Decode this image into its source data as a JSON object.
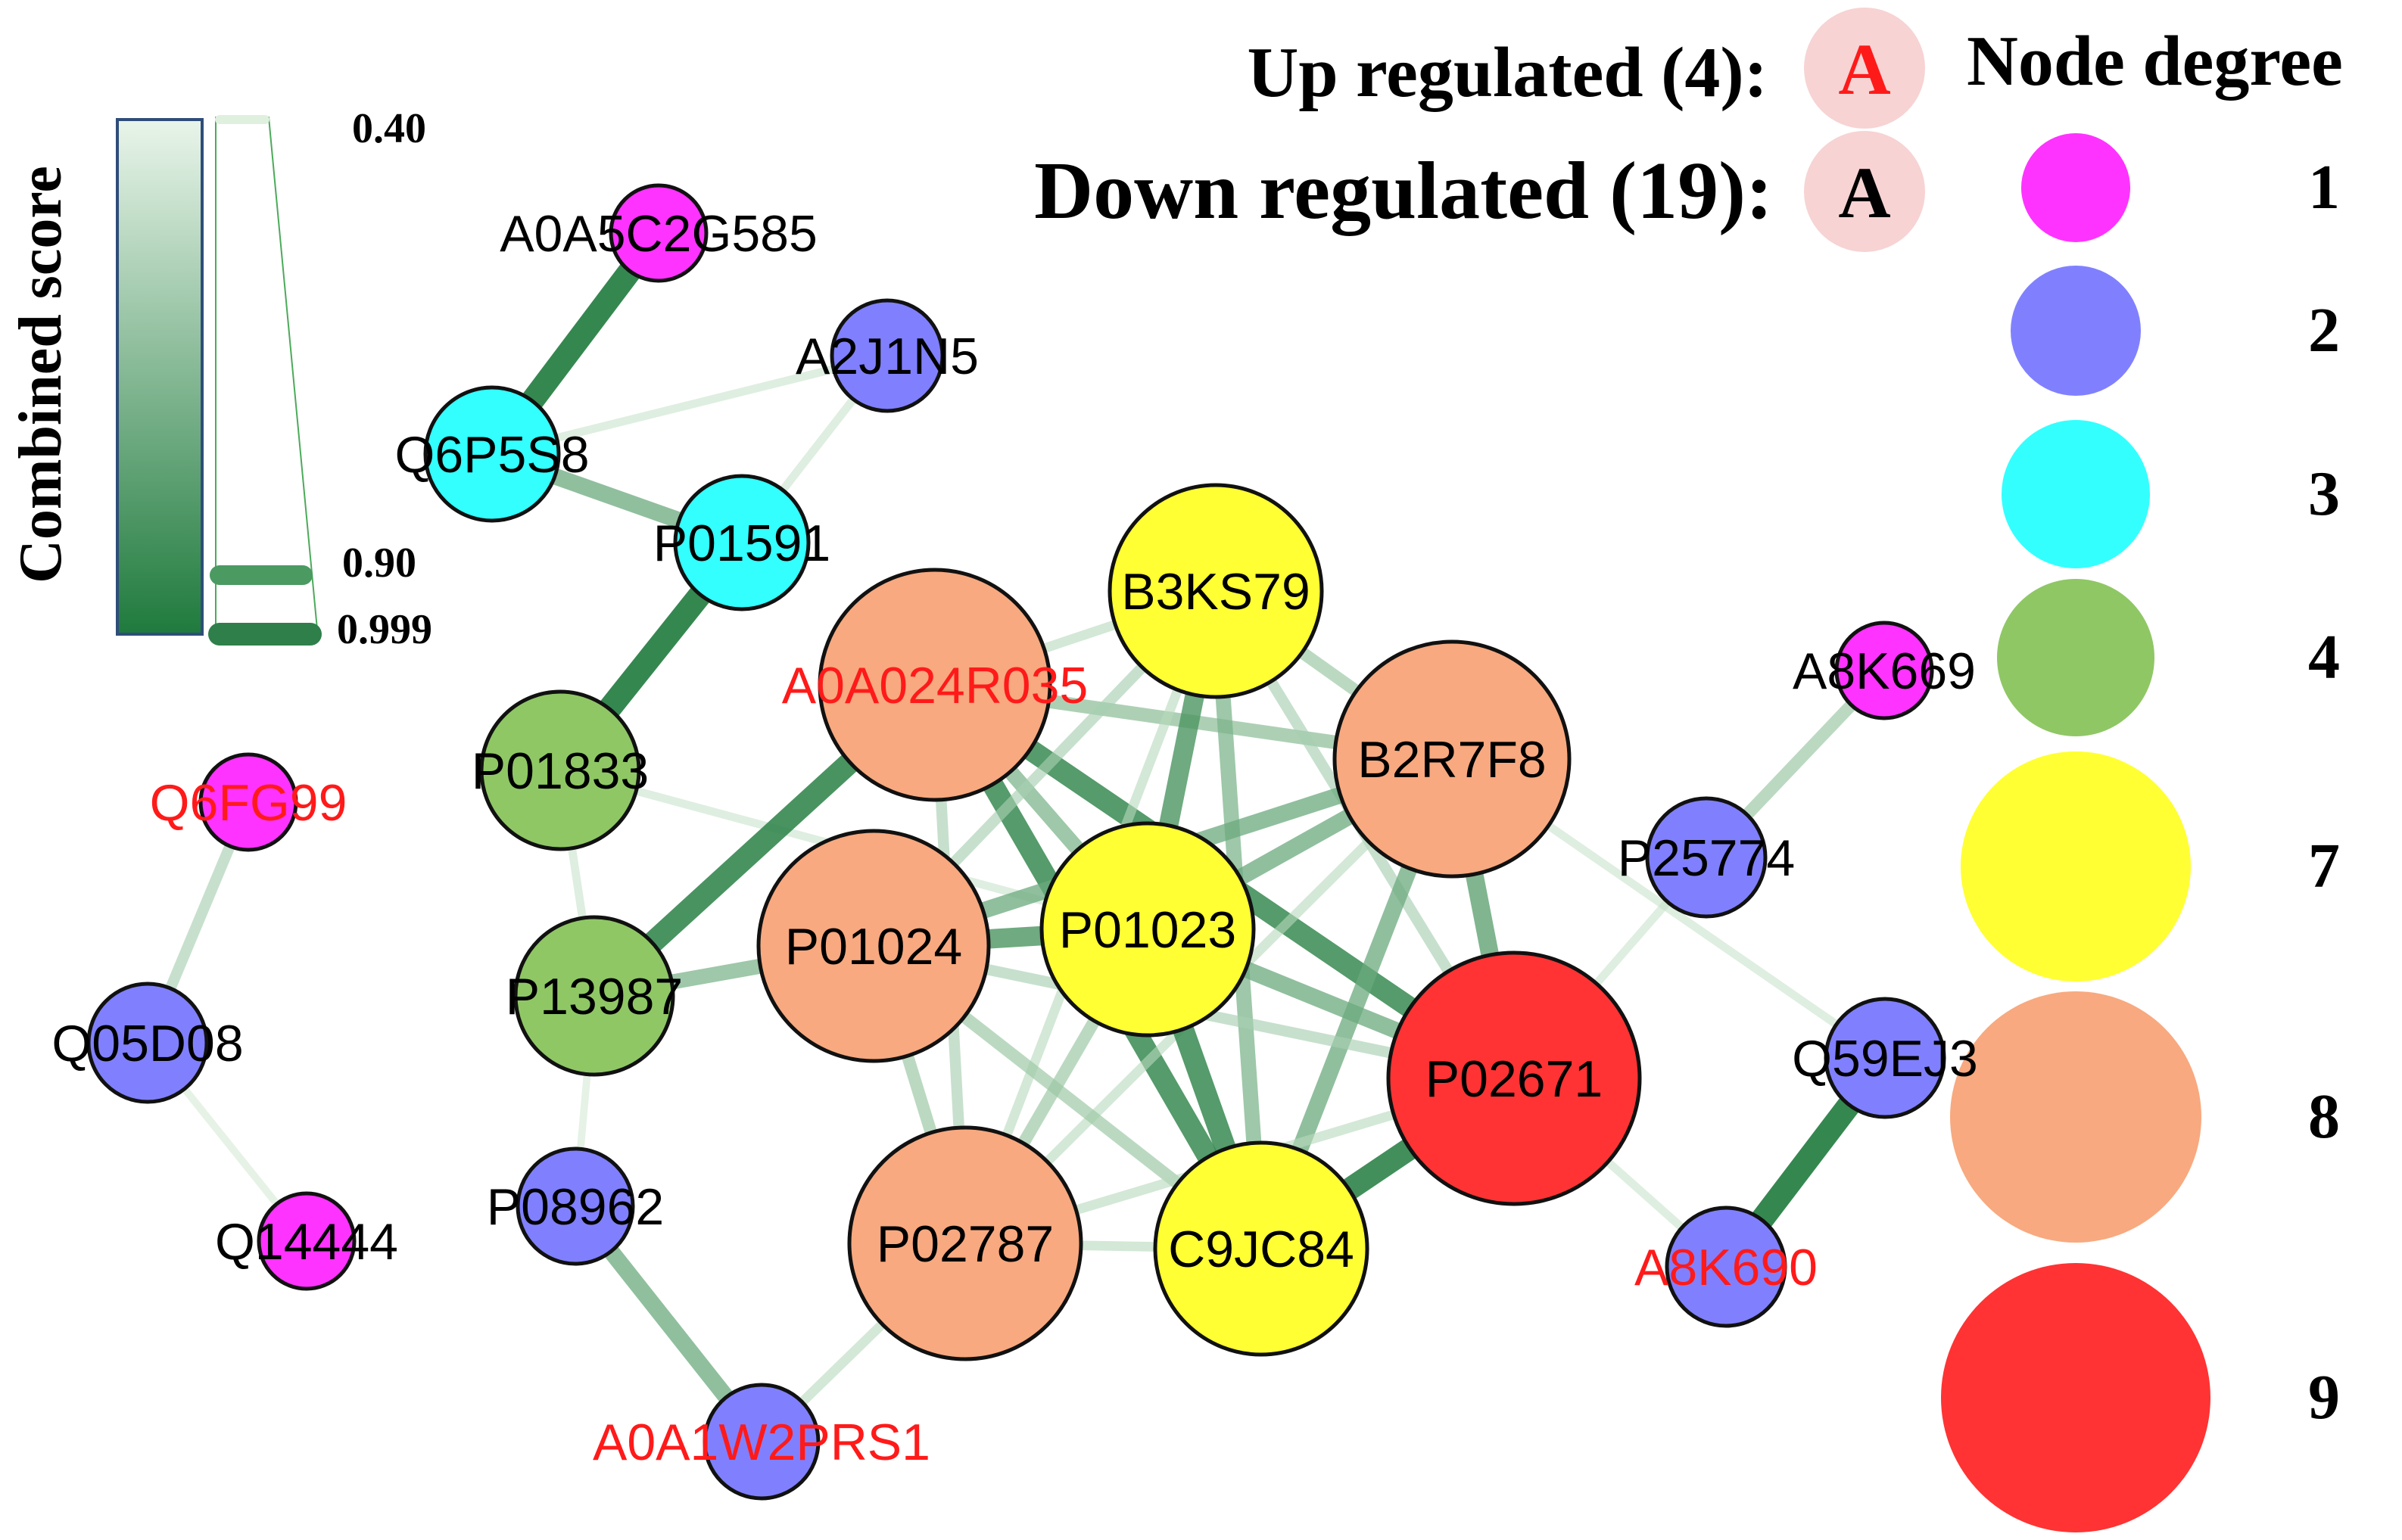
{
  "colorbar": {
    "title": "Combined score",
    "labels": [
      {
        "text": "0.40",
        "value": 0.4
      },
      {
        "text": "0.90",
        "value": 0.9
      },
      {
        "text": "0.999",
        "value": 0.999
      }
    ],
    "color_low": "#e9f5ea",
    "color_high": "#1f7a3d"
  },
  "legend_reg": {
    "up_label": "Up regulated (4):",
    "down_label": "Down regulated (19):",
    "sample_letter": "A",
    "up_color": "#ff1a1a",
    "down_color": "#000000",
    "badge_color": "#f7d3d3"
  },
  "legend_degree": {
    "title": "Node degree",
    "items": [
      {
        "degree": "1",
        "color": "#ff33ff"
      },
      {
        "degree": "2",
        "color": "#8080ff"
      },
      {
        "degree": "3",
        "color": "#33ffff"
      },
      {
        "degree": "4",
        "color": "#8fc765"
      },
      {
        "degree": "7",
        "color": "#ffff33"
      },
      {
        "degree": "8",
        "color": "#f8a97f"
      },
      {
        "degree": "9",
        "color": "#ff3333"
      }
    ]
  },
  "network": {
    "nodes": [
      {
        "id": "A0A5C2G585",
        "degree": 1,
        "regulation": "down"
      },
      {
        "id": "A2J1N5",
        "degree": 2,
        "regulation": "down"
      },
      {
        "id": "Q6P5S8",
        "degree": 3,
        "regulation": "down"
      },
      {
        "id": "P01591",
        "degree": 3,
        "regulation": "down"
      },
      {
        "id": "P01833",
        "degree": 4,
        "regulation": "down"
      },
      {
        "id": "P13987",
        "degree": 4,
        "regulation": "down"
      },
      {
        "id": "A0A024R035",
        "degree": 8,
        "regulation": "up"
      },
      {
        "id": "B3KS79",
        "degree": 7,
        "regulation": "down"
      },
      {
        "id": "B2R7F8",
        "degree": 8,
        "regulation": "down"
      },
      {
        "id": "P01024",
        "degree": 8,
        "regulation": "down"
      },
      {
        "id": "P01023",
        "degree": 7,
        "regulation": "down"
      },
      {
        "id": "P02671",
        "degree": 9,
        "regulation": "down"
      },
      {
        "id": "P02787",
        "degree": 8,
        "regulation": "down"
      },
      {
        "id": "C9JC84",
        "degree": 7,
        "regulation": "down"
      },
      {
        "id": "P08962",
        "degree": 2,
        "regulation": "down"
      },
      {
        "id": "A0A1W2PRS1",
        "degree": 2,
        "regulation": "up"
      },
      {
        "id": "Q6FG99",
        "degree": 1,
        "regulation": "up"
      },
      {
        "id": "Q05D08",
        "degree": 2,
        "regulation": "down"
      },
      {
        "id": "Q14444",
        "degree": 1,
        "regulation": "down"
      },
      {
        "id": "A8K669",
        "degree": 1,
        "regulation": "down"
      },
      {
        "id": "P25774",
        "degree": 2,
        "regulation": "down"
      },
      {
        "id": "Q59EJ3",
        "degree": 2,
        "regulation": "down"
      },
      {
        "id": "A8K690",
        "degree": 2,
        "regulation": "up"
      }
    ],
    "edges": [
      {
        "source": "A0A5C2G585",
        "target": "Q6P5S8",
        "score": 0.999
      },
      {
        "source": "Q6P5S8",
        "target": "A2J1N5",
        "score": 0.45
      },
      {
        "source": "Q6P5S8",
        "target": "P01591",
        "score": 0.75
      },
      {
        "source": "A2J1N5",
        "target": "P01591",
        "score": 0.45
      },
      {
        "source": "P01591",
        "target": "P01833",
        "score": 0.999
      },
      {
        "source": "P01833",
        "target": "P13987",
        "score": 0.45
      },
      {
        "source": "P01833",
        "target": "P01023",
        "score": 0.45
      },
      {
        "source": "P13987",
        "target": "A0A024R035",
        "score": 0.95
      },
      {
        "source": "P13987",
        "target": "P01024",
        "score": 0.7
      },
      {
        "source": "P13987",
        "target": "P08962",
        "score": 0.42
      },
      {
        "source": "P08962",
        "target": "A0A1W2PRS1",
        "score": 0.75
      },
      {
        "source": "A0A1W2PRS1",
        "target": "P02787",
        "score": 0.5
      },
      {
        "source": "A0A024R035",
        "target": "B2R7F8",
        "score": 0.65
      },
      {
        "source": "A0A024R035",
        "target": "P01023",
        "score": 0.7
      },
      {
        "source": "A0A024R035",
        "target": "C9JC84",
        "score": 0.92
      },
      {
        "source": "A0A024R035",
        "target": "P02671",
        "score": 0.92
      },
      {
        "source": "A0A024R035",
        "target": "P02787",
        "score": 0.55
      },
      {
        "source": "A0A024R035",
        "target": "B3KS79",
        "score": 0.5
      },
      {
        "source": "B3KS79",
        "target": "P01023",
        "score": 0.85
      },
      {
        "source": "B3KS79",
        "target": "B2R7F8",
        "score": 0.6
      },
      {
        "source": "B3KS79",
        "target": "P01024",
        "score": 0.55
      },
      {
        "source": "B3KS79",
        "target": "C9JC84",
        "score": 0.7
      },
      {
        "source": "B3KS79",
        "target": "P02671",
        "score": 0.55
      },
      {
        "source": "B3KS79",
        "target": "P02787",
        "score": 0.5
      },
      {
        "source": "B2R7F8",
        "target": "P01024",
        "score": 0.75
      },
      {
        "source": "B2R7F8",
        "target": "P01023",
        "score": 0.75
      },
      {
        "source": "B2R7F8",
        "target": "P02671",
        "score": 0.8
      },
      {
        "source": "B2R7F8",
        "target": "C9JC84",
        "score": 0.75
      },
      {
        "source": "B2R7F8",
        "target": "P02787",
        "score": 0.5
      },
      {
        "source": "B2R7F8",
        "target": "Q59EJ3",
        "score": 0.45
      },
      {
        "source": "P01024",
        "target": "P01023",
        "score": 0.85
      },
      {
        "source": "P01024",
        "target": "P02787",
        "score": 0.6
      },
      {
        "source": "P01024",
        "target": "C9JC84",
        "score": 0.6
      },
      {
        "source": "P01024",
        "target": "P02671",
        "score": 0.55
      },
      {
        "source": "P01023",
        "target": "P02671",
        "score": 0.75
      },
      {
        "source": "P01023",
        "target": "C9JC84",
        "score": 0.92
      },
      {
        "source": "P01023",
        "target": "P02787",
        "score": 0.6
      },
      {
        "source": "C9JC84",
        "target": "P02671",
        "score": 0.97
      },
      {
        "source": "P02787",
        "target": "C9JC84",
        "score": 0.5
      },
      {
        "source": "P02787",
        "target": "P02671",
        "score": 0.5
      },
      {
        "source": "P02671",
        "target": "P25774",
        "score": 0.45
      },
      {
        "source": "P02671",
        "target": "A8K690",
        "score": 0.45
      },
      {
        "source": "P25774",
        "target": "A8K669",
        "score": 0.6
      },
      {
        "source": "Q59EJ3",
        "target": "A8K690",
        "score": 0.999
      },
      {
        "source": "Q6FG99",
        "target": "Q05D08",
        "score": 0.55
      },
      {
        "source": "Q05D08",
        "target": "Q14444",
        "score": 0.42
      }
    ]
  }
}
